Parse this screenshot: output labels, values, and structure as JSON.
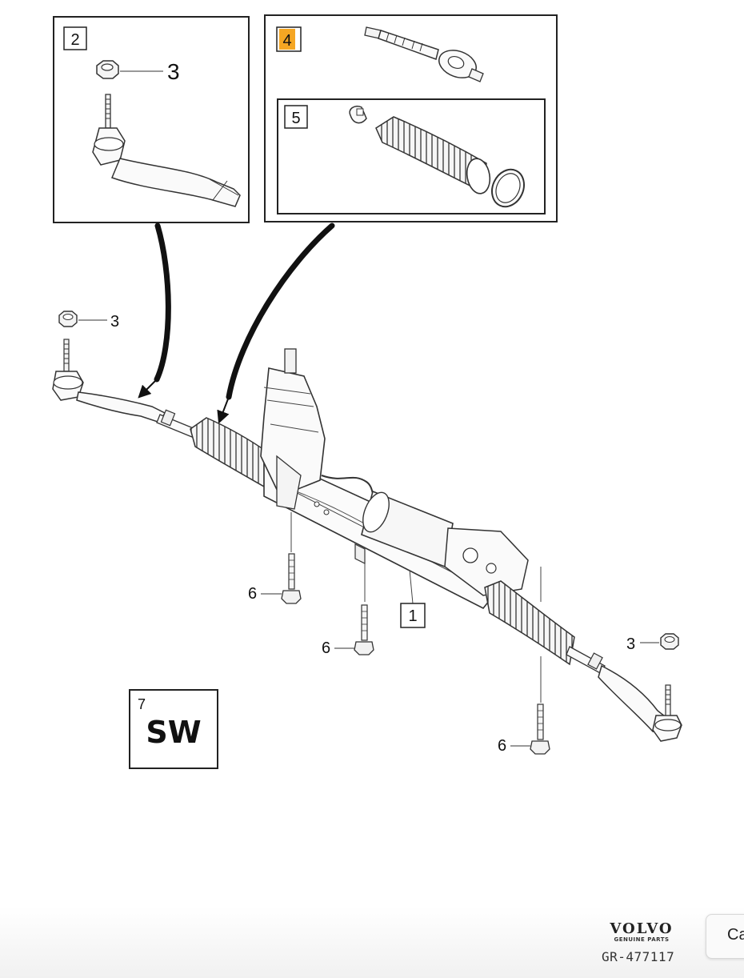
{
  "diagram": {
    "panels": [
      {
        "id": "panel-tie-rod-end",
        "ref": "2"
      },
      {
        "id": "panel-inner-tie-rod",
        "ref": "4",
        "highlighted": true
      },
      {
        "id": "panel-boot-kit",
        "ref": "5"
      }
    ],
    "callouts": {
      "nut_panel": "3",
      "nut_left": "3",
      "nut_right": "3",
      "rack_main": "1",
      "bolt_a": "6",
      "bolt_b": "6",
      "bolt_c": "6"
    },
    "steering_box": {
      "ref": "7",
      "label": "SW"
    },
    "highlight_color": "#f5a623",
    "line_color": "#222222"
  },
  "footer": {
    "brand": "VOLVO",
    "brand_sub": "GENUINE PARTS",
    "reference": "GR-477117",
    "side_button_label": "Ca"
  }
}
